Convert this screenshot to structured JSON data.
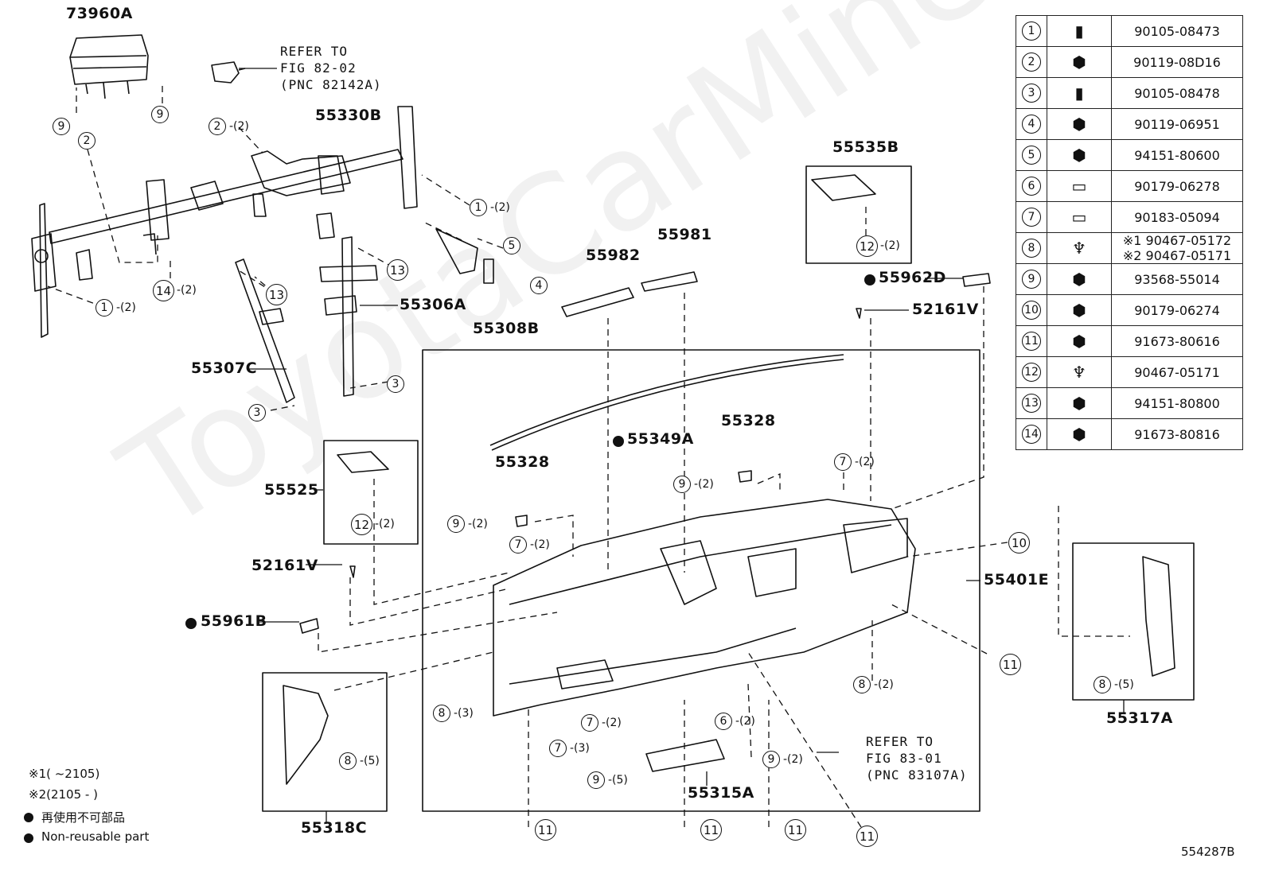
{
  "parts": [
    {
      "id": "p1",
      "text": "73960A"
    },
    {
      "id": "p2",
      "text": "55330B"
    },
    {
      "id": "p3",
      "text": "55535B"
    },
    {
      "id": "p4",
      "text": "55982"
    },
    {
      "id": "p5",
      "text": "55981"
    },
    {
      "id": "p6",
      "text": "55962D"
    },
    {
      "id": "p7",
      "text": "52161V"
    },
    {
      "id": "p8",
      "text": "55306A"
    },
    {
      "id": "p9",
      "text": "55308B"
    },
    {
      "id": "p10",
      "text": "55307C"
    },
    {
      "id": "p11",
      "text": "55349A"
    },
    {
      "id": "p12",
      "text": "55328"
    },
    {
      "id": "p13",
      "text": "55328"
    },
    {
      "id": "p14",
      "text": "55525"
    },
    {
      "id": "p15",
      "text": "52161V"
    },
    {
      "id": "p16",
      "text": "55961B"
    },
    {
      "id": "p17",
      "text": "55401E"
    },
    {
      "id": "p18",
      "text": "55317A"
    },
    {
      "id": "p19",
      "text": "55318C"
    },
    {
      "id": "p20",
      "text": "55315A"
    }
  ],
  "references": [
    {
      "id": "r1",
      "lines": [
        "REFER TO",
        "FIG 82-02",
        "(PNC 82142A)"
      ]
    },
    {
      "id": "r2",
      "lines": [
        "REFER TO",
        "FIG 83-01",
        "(PNC 83107A)"
      ]
    }
  ],
  "callouts": [
    {
      "id": "c1",
      "num": "9",
      "qty": ""
    },
    {
      "id": "c2",
      "num": "9",
      "qty": ""
    },
    {
      "id": "c3",
      "num": "2",
      "qty": ""
    },
    {
      "id": "c4",
      "num": "2",
      "qty": "-(2)"
    },
    {
      "id": "c5",
      "num": "1",
      "qty": "-(2)"
    },
    {
      "id": "c6",
      "num": "5",
      "qty": ""
    },
    {
      "id": "c7",
      "num": "13",
      "qty": ""
    },
    {
      "id": "c8",
      "num": "4",
      "qty": ""
    },
    {
      "id": "c9",
      "num": "13",
      "qty": ""
    },
    {
      "id": "c10",
      "num": "14",
      "qty": "-(2)"
    },
    {
      "id": "c11",
      "num": "1",
      "qty": "-(2)"
    },
    {
      "id": "c12",
      "num": "3",
      "qty": ""
    },
    {
      "id": "c13",
      "num": "3",
      "qty": ""
    },
    {
      "id": "c14",
      "num": "12",
      "qty": "-(2)"
    },
    {
      "id": "c15",
      "num": "12",
      "qty": "-(2)"
    },
    {
      "id": "c16",
      "num": "9",
      "qty": "-(2)"
    },
    {
      "id": "c17",
      "num": "9",
      "qty": "-(2)"
    },
    {
      "id": "c18",
      "num": "7",
      "qty": "-(2)"
    },
    {
      "id": "c19",
      "num": "7",
      "qty": "-(2)"
    },
    {
      "id": "c20",
      "num": "10",
      "qty": ""
    },
    {
      "id": "c21",
      "num": "11",
      "qty": ""
    },
    {
      "id": "c22",
      "num": "8",
      "qty": "-(2)"
    },
    {
      "id": "c23",
      "num": "8",
      "qty": "-(5)"
    },
    {
      "id": "c24",
      "num": "8",
      "qty": "-(3)"
    },
    {
      "id": "c25",
      "num": "7",
      "qty": "-(2)"
    },
    {
      "id": "c26",
      "num": "7",
      "qty": "-(3)"
    },
    {
      "id": "c27",
      "num": "6",
      "qty": "-(2)"
    },
    {
      "id": "c28",
      "num": "9",
      "qty": "-(2)"
    },
    {
      "id": "c29",
      "num": "9",
      "qty": "-(5)"
    },
    {
      "id": "c30",
      "num": "8",
      "qty": "-(5)"
    },
    {
      "id": "c31",
      "num": "11",
      "qty": ""
    },
    {
      "id": "c32",
      "num": "11",
      "qty": ""
    },
    {
      "id": "c33",
      "num": "11",
      "qty": ""
    },
    {
      "id": "c34",
      "num": "11",
      "qty": ""
    }
  ],
  "legend": [
    {
      "num": "1",
      "part": "90105-08473"
    },
    {
      "num": "2",
      "part": "90119-08D16"
    },
    {
      "num": "3",
      "part": "90105-08478"
    },
    {
      "num": "4",
      "part": "90119-06951"
    },
    {
      "num": "5",
      "part": "94151-80600"
    },
    {
      "num": "6",
      "part": "90179-06278"
    },
    {
      "num": "7",
      "part": "90183-05094"
    },
    {
      "num": "8",
      "part": "※1 90467-05172",
      "part2": "※2 90467-05171"
    },
    {
      "num": "9",
      "part": "93568-55014"
    },
    {
      "num": "10",
      "part": "90179-06274"
    },
    {
      "num": "11",
      "part": "91673-80616"
    },
    {
      "num": "12",
      "part": "90467-05171"
    },
    {
      "num": "13",
      "part": "94151-80800"
    },
    {
      "num": "14",
      "part": "91673-80816"
    }
  ],
  "footnotes": {
    "note1": "※1(        ~2105)",
    "note2": "※2(2105 -        )",
    "nonreuse_jp": "再使用不可部品",
    "nonreuse_en": "Non-reusable part",
    "figure_id": "554287B"
  },
  "watermark": "ToyotaCarMines"
}
